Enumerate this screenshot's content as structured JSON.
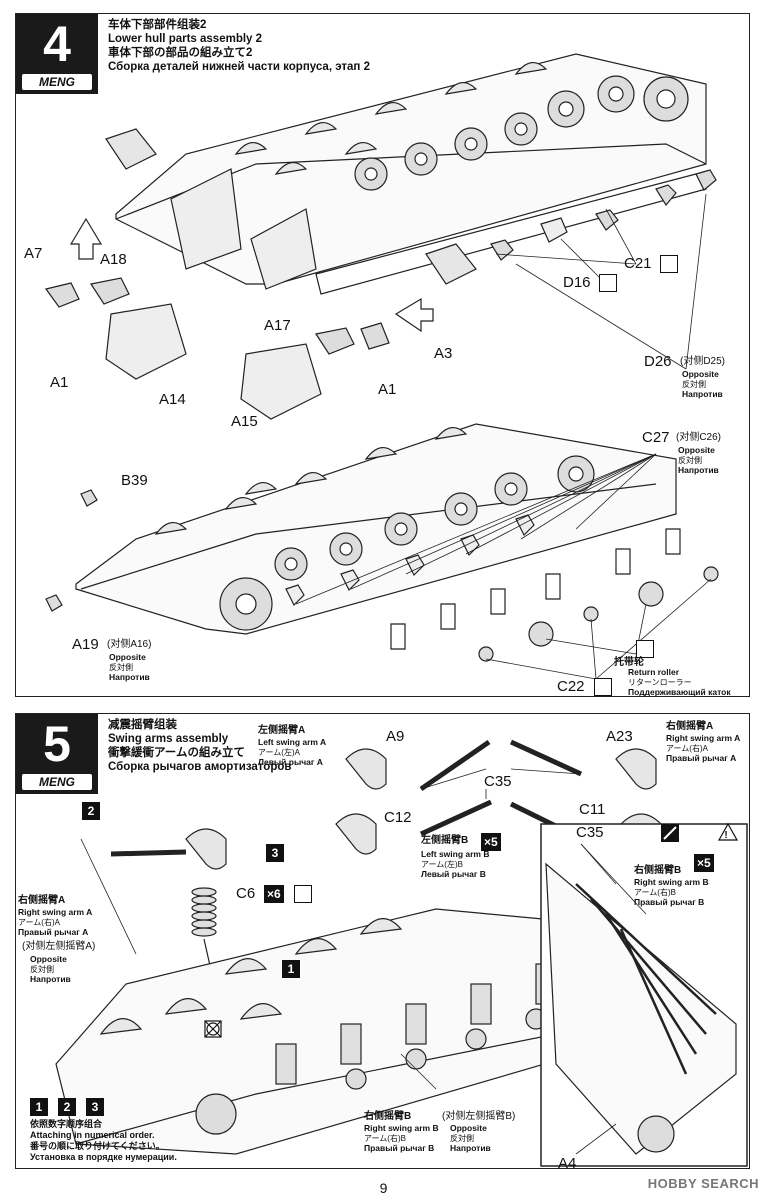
{
  "step4": {
    "number": "4",
    "brand": "MENG",
    "title_zh": "车体下部部件组装2",
    "title_en": "Lower hull parts assembly 2",
    "title_ja": "車体下部の部品の組み立て2",
    "title_ru": "Сборка деталей нижней части корпуса, этап 2",
    "labels": {
      "a7": "A7",
      "a18": "A18",
      "a1_left": "A1",
      "a14": "A14",
      "a17": "A17",
      "a3": "A3",
      "a15": "A15",
      "a1_mid": "A1",
      "c21": "C21",
      "d16": "D16",
      "d26": "D26",
      "d26_opp_zh": "(对侧D25)",
      "b39": "B39",
      "a19": "A19",
      "a19_opp_zh": "(对侧A16)",
      "c27": "C27",
      "c27_opp_zh": "(对侧C26)",
      "c22": "C22",
      "return_zh": "托带轮",
      "return_en": "Return roller",
      "return_ja": "リターンローラー",
      "return_ru": "Поддерживающий каток"
    },
    "opposite": {
      "en": "Opposite",
      "ja": "反対側",
      "ru": "Напротив"
    }
  },
  "step5": {
    "number": "5",
    "brand": "MENG",
    "title_zh": "减震摇臂组装",
    "title_en": "Swing arms assembly",
    "title_ja": "衝撃緩衝アームの組み立て",
    "title_ru": "Сборка рычагов амортизаторов",
    "left_arm_a": {
      "zh": "左侧摇臂A",
      "en": "Left swing arm A",
      "ja": "アーム(左)A",
      "ru": "Левый рычаг А"
    },
    "right_arm_a": {
      "zh": "右侧摇臂A",
      "en": "Right swing arm A",
      "ja": "アーム(右)A",
      "ru": "Правый рычаг А"
    },
    "left_arm_b": {
      "zh": "左侧摇臂B",
      "en": "Left swing arm B",
      "ja": "アーム(左)B",
      "ru": "Левый рычаг B"
    },
    "right_arm_b": {
      "zh": "右侧摇臂B",
      "en": "Right swing arm B",
      "ja": "アーム(右)B",
      "ru": "Правый рычаг B"
    },
    "right_arm_a_side": {
      "zh": "右侧摇臂A",
      "en": "Right swing arm A",
      "ja": "アーム(右)A",
      "ru": "Правый рычаг А"
    },
    "opp_left_arm_a": "(对侧左侧摇臂A)",
    "opp_left_arm_b": "(对侧左侧摇臂B)",
    "right_arm_b_bottom": {
      "zh": "右侧摇臂B",
      "en": "Right swing arm B",
      "ja": "アーム(右)B",
      "ru": "Правый рычаг B"
    },
    "opposite": {
      "en": "Opposite",
      "ja": "反対側",
      "ru": "Напротив"
    },
    "labels": {
      "a9": "A9",
      "a23": "A23",
      "c35": "C35",
      "c12": "C12",
      "c11": "C11",
      "c6": "C6",
      "c35_inset": "C35",
      "a4": "A4"
    },
    "counts": {
      "x5_left": "×5",
      "x5_right": "×5",
      "x6": "×6"
    },
    "order_boxes": [
      "1",
      "2",
      "3"
    ],
    "callouts": {
      "b1": "1",
      "b2": "2",
      "b3": "3"
    },
    "order_note": {
      "zh": "依照数字顺序组合",
      "en": "Attaching in numerical order.",
      "ja": "番号の順に取り付けてください。",
      "ru": "Установка в порядке нумерации."
    }
  },
  "page_number": "9",
  "watermark": "HOBBY SEARCH"
}
